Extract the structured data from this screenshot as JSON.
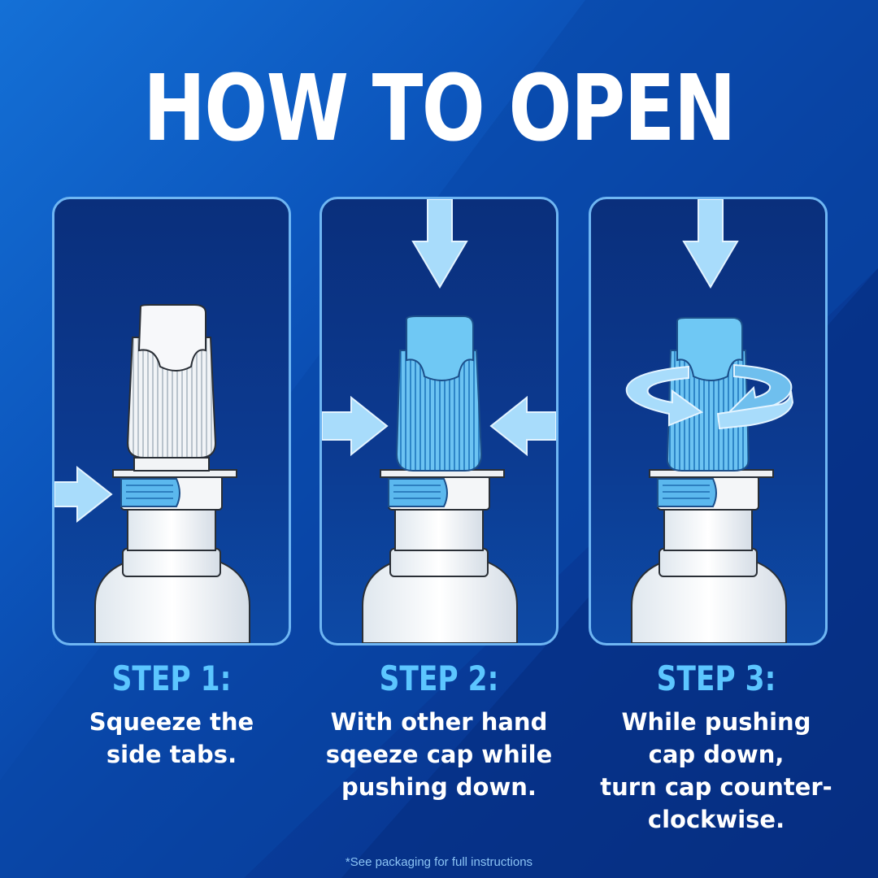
{
  "title": "HOW TO OPEN",
  "steps": [
    {
      "label": "STEP 1:",
      "description": "Squeeze the\nside tabs."
    },
    {
      "label": "STEP 2:",
      "description": "With other hand\nsqeeze cap while\npushing down."
    },
    {
      "label": "STEP 3:",
      "description": "While pushing\ncap down,\nturn cap counter-\nclockwise."
    }
  ],
  "footnote": "*See packaging for full instructions",
  "colors": {
    "background": "#0c56bd",
    "panel_border": "#6fb6f3",
    "step_label": "#5cc6ff",
    "cap_blue": "#5bb8ee",
    "arrow": "#a8dcfb"
  },
  "icons": [
    "arrow-right-icon",
    "arrow-left-icon",
    "arrow-down-icon",
    "rotate-counterclockwise-icon"
  ]
}
